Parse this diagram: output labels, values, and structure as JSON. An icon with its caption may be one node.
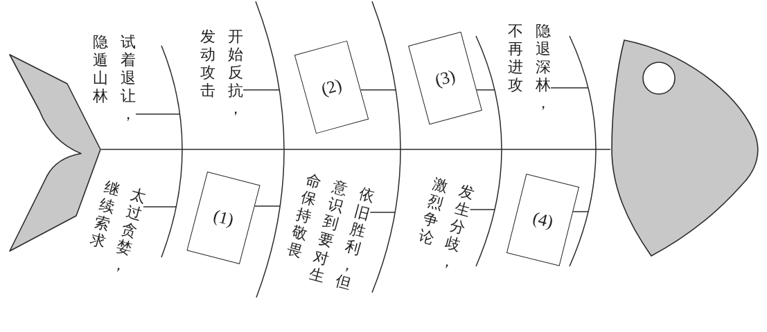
{
  "diagram": {
    "nodes": [
      {
        "text": [],
        "shape": "picture"
      },
      {
        "text": [
          "试着退让，隐遁山林"
        ]
      },
      {
        "text": [
          "开始反抗，发动攻击"
        ]
      },
      {
        "text": [
          "(2)"
        ]
      },
      {
        "text": [
          "(3)"
        ]
      },
      {
        "text": [
          "隐退深林，不再进攻"
        ]
      },
      {
        "text": [
          "太过贪婪，继续索求"
        ]
      },
      {
        "text": [
          "(1)"
        ]
      },
      {
        "text": [
          "依旧胜利，但意识到要对生命保持敬畏"
        ]
      },
      {
        "text": [
          "发生分歧，激烈争论"
        ]
      },
      {
        "text": [
          "(4)"
        ]
      },
      {
        "text": [],
        "shape": "arc"
      },
      {
        "text": [],
        "shape": "arc"
      },
      {
        "text": [],
        "shape": "arc"
      },
      {
        "text": [],
        "shape": "arc"
      },
      {
        "text": [],
        "shape": "arc"
      },
      {
        "text": [],
        "shape": "picture"
      }
    ],
    "edges": [
      {
        "from": 0,
        "to": 11,
        "arrow": "none"
      },
      {
        "from": 11,
        "to": 12,
        "arrow": "none"
      },
      {
        "from": 12,
        "to": 13,
        "arrow": "none"
      },
      {
        "from": 13,
        "to": 14,
        "arrow": "none"
      },
      {
        "from": 14,
        "to": 15,
        "arrow": "none"
      },
      {
        "from": 15,
        "to": 16,
        "arrow": "none"
      },
      {
        "from": 1,
        "to": 11,
        "arrow": "none"
      },
      {
        "from": 2,
        "to": 12,
        "arrow": "none"
      },
      {
        "from": 3,
        "to": 13,
        "arrow": "none"
      },
      {
        "from": 4,
        "to": 14,
        "arrow": "none"
      },
      {
        "from": 5,
        "to": 15,
        "arrow": "none"
      },
      {
        "from": 6,
        "to": 11,
        "arrow": "none"
      },
      {
        "from": 7,
        "to": 12,
        "arrow": "none"
      },
      {
        "from": 8,
        "to": 13,
        "arrow": "none"
      },
      {
        "from": 9,
        "to": 14,
        "arrow": "none"
      },
      {
        "from": 10,
        "to": 15,
        "arrow": "none"
      }
    ]
  }
}
